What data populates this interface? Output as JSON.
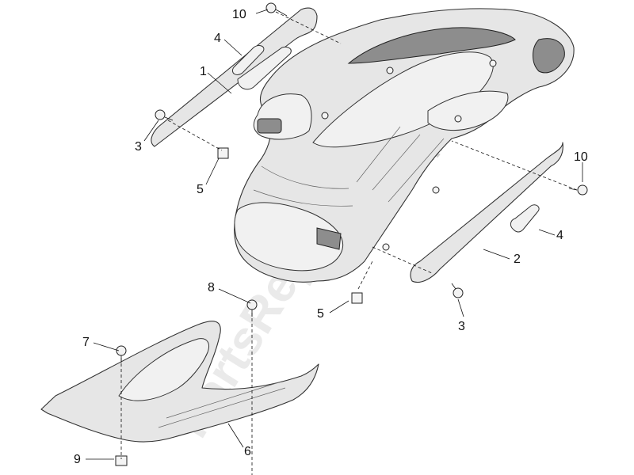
{
  "watermark": {
    "text": "PartsRepublik"
  },
  "callouts": [
    {
      "id": "callout-10-top",
      "label": "10"
    },
    {
      "id": "callout-4-top",
      "label": "4"
    },
    {
      "id": "callout-1",
      "label": "1"
    },
    {
      "id": "callout-3-left",
      "label": "3"
    },
    {
      "id": "callout-5-left",
      "label": "5"
    },
    {
      "id": "callout-10-right",
      "label": "10"
    },
    {
      "id": "callout-4-right",
      "label": "4"
    },
    {
      "id": "callout-2",
      "label": "2"
    },
    {
      "id": "callout-8",
      "label": "8"
    },
    {
      "id": "callout-5-mid",
      "label": "5"
    },
    {
      "id": "callout-3-right",
      "label": "3"
    },
    {
      "id": "callout-7",
      "label": "7"
    },
    {
      "id": "callout-6",
      "label": "6"
    },
    {
      "id": "callout-9",
      "label": "9"
    }
  ],
  "icons": {
    "watermark_logo": "gear-icon"
  }
}
